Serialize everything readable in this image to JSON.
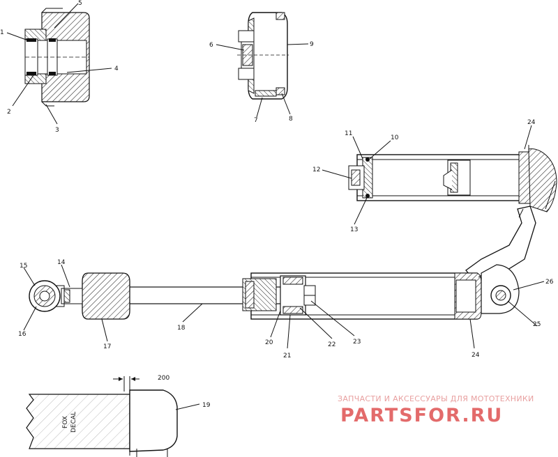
{
  "labels": {
    "l1": "1",
    "l2": "2",
    "l3": "3",
    "l4": "4",
    "l5": "5",
    "l6": "6",
    "l7": "7",
    "l8": "8",
    "l9": "9",
    "l10": "10",
    "l11": "11",
    "l12": "12",
    "l13": "13",
    "l14": "14",
    "l15": "15",
    "l16": "16",
    "l17": "17",
    "l18": "18",
    "l19": "19",
    "l20": "20",
    "l21": "21",
    "l22": "22",
    "l23": "23",
    "l24a": "24",
    "l24b": "24",
    "l25": "25",
    "l26": "26"
  },
  "dimension": "200",
  "decal_text": [
    "FOX",
    "DECAL"
  ],
  "watermark": {
    "tagline": "ЗАПЧАСТИ И АКСЕССУАРЫ ДЛЯ МОТОТЕХНИКИ",
    "logo": "PARTSFOR.RU"
  }
}
